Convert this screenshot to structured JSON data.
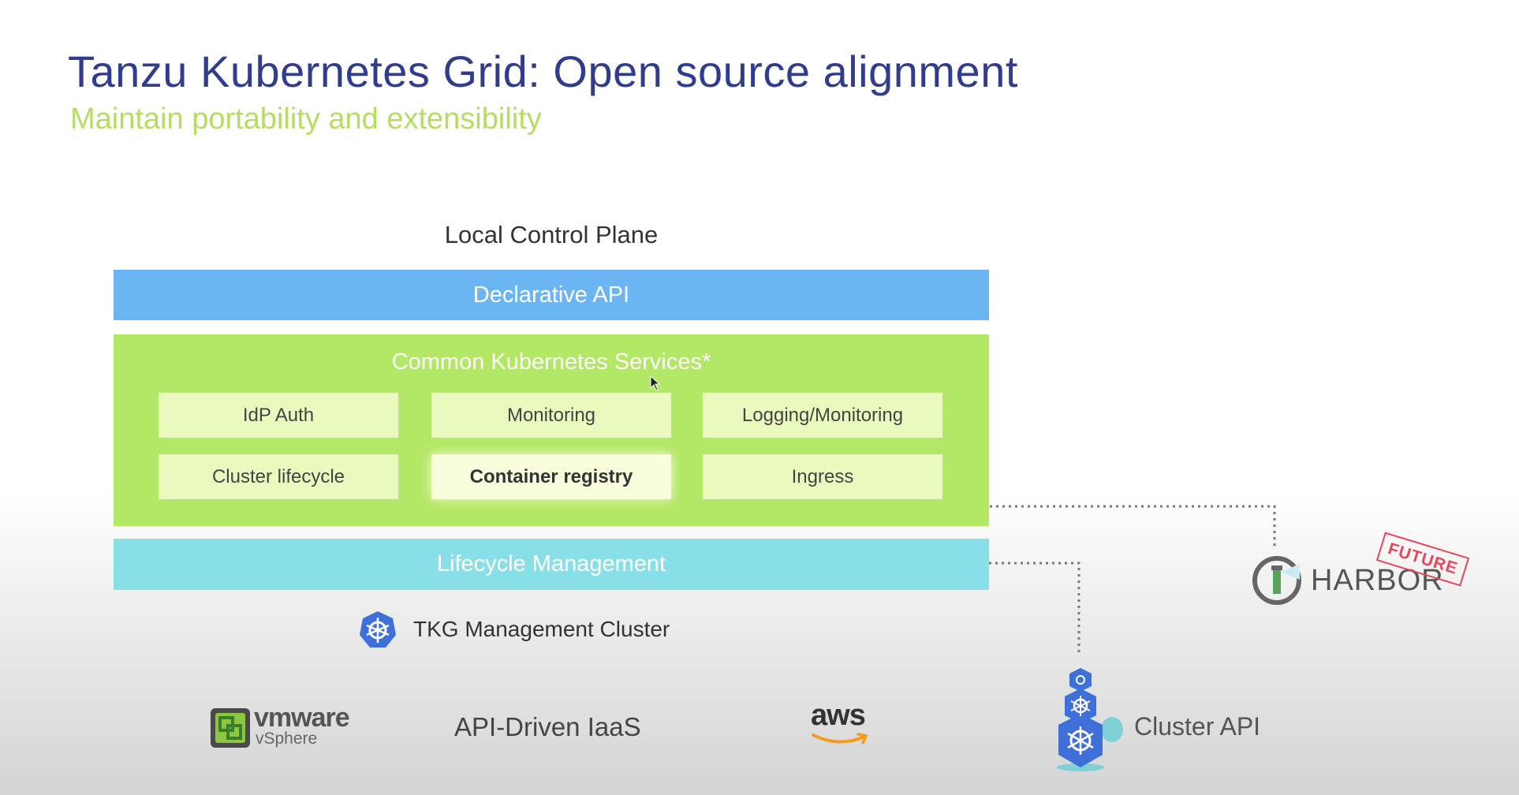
{
  "header": {
    "title": "Tanzu Kubernetes Grid: Open source alignment",
    "subtitle": "Maintain portability and extensibility"
  },
  "diagram": {
    "local_control_plane_label": "Local Control Plane",
    "declarative_api": "Declarative API",
    "common_services": {
      "title": "Common Kubernetes Services*",
      "items": [
        "IdP Auth",
        "Monitoring",
        "Logging/Monitoring",
        "Cluster lifecycle",
        "Container registry",
        "Ingress"
      ],
      "highlighted": "Container registry"
    },
    "lifecycle_management": "Lifecycle Management",
    "tkg_management_cluster": "TKG Management Cluster"
  },
  "providers": {
    "vmware_brand": "vmware",
    "vmware_product": "vSphere",
    "api_driven_iaas": "API-Driven IaaS",
    "aws_logo": "aws"
  },
  "open_source": {
    "harbor": "HARBOR",
    "future_stamp": "FUTURE",
    "cluster_api": "Cluster API"
  },
  "colors": {
    "title": "#2f3c8f",
    "subtitle": "#b5dd61",
    "declarative_api": "#6cb5f3",
    "services_bg": "#b3e766",
    "service_box": "#eaf9bd",
    "lifecycle": "#89dfe8",
    "kubernetes_blue": "#3f6fd8",
    "future_stamp": "#e8465a"
  },
  "icons": [
    "kubernetes-helm-icon",
    "vmware-vsphere-logo",
    "aws-logo",
    "harbor-lighthouse-icon",
    "cluster-api-turtle-icon"
  ]
}
